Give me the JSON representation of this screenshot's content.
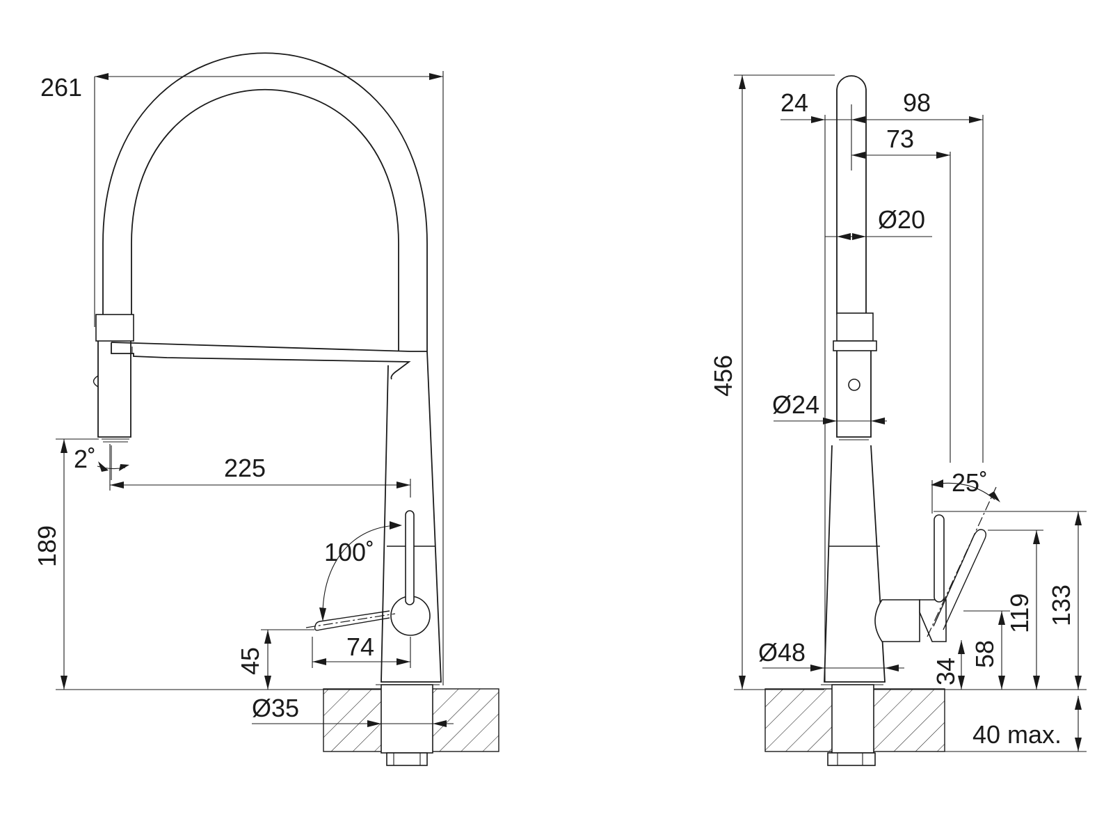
{
  "labels": {
    "width_261": "261",
    "angle_2": "2˚",
    "reach_225": "225",
    "height_189": "189",
    "angle_100": "100˚",
    "height_45": "45",
    "lever_74": "74",
    "dia_35": "Ø35",
    "height_456": "456",
    "offset_24": "24",
    "offset_98": "98",
    "offset_73": "73",
    "dia_20": "Ø20",
    "dia_24": "Ø24",
    "angle_25": "25˚",
    "dia_48": "Ø48",
    "height_34": "34",
    "height_58": "58",
    "height_119": "119",
    "height_133": "133",
    "counter_40": "40 max."
  }
}
